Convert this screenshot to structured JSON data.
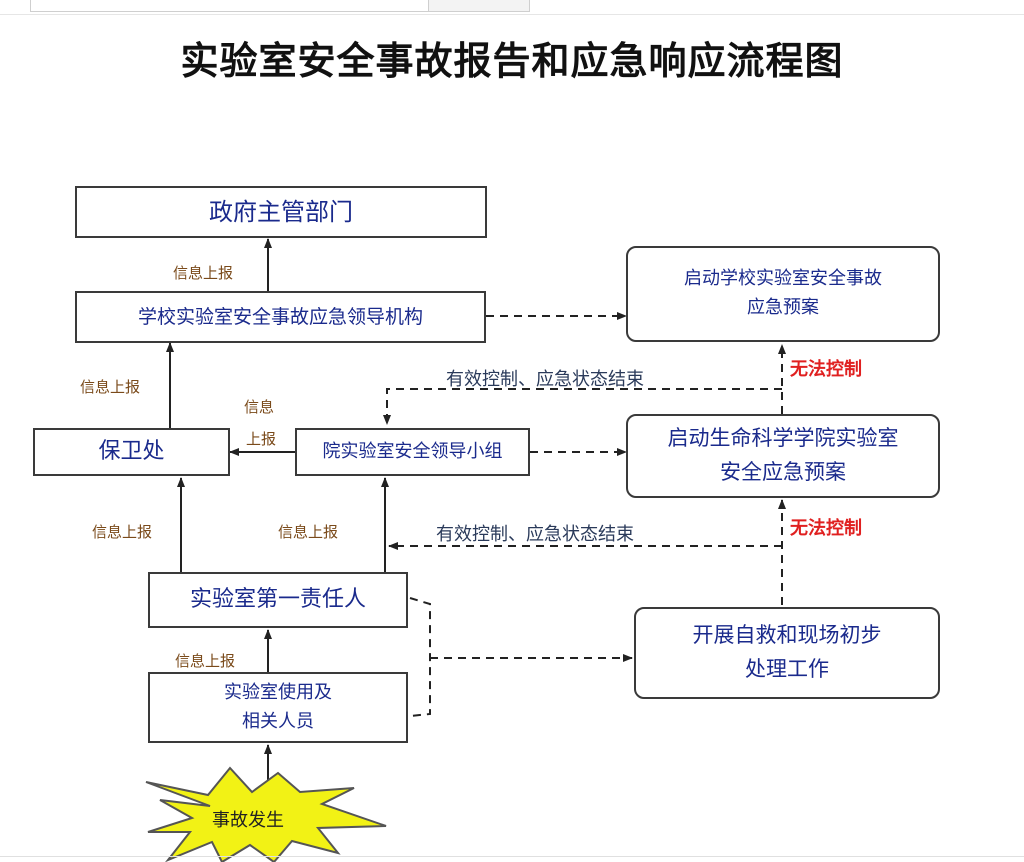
{
  "title": "实验室安全事故报告和应急响应流程图",
  "nodes": {
    "gov": "政府主管部门",
    "school_org": "学校实验室安全事故应急领导机构",
    "security": "保卫处",
    "college_group": "院实验室安全领导小组",
    "lab_head": "实验室第一责任人",
    "lab_users_1": "实验室使用及",
    "lab_users_2": "相关人员",
    "accident": "事故发生",
    "school_plan_1": "启动学校实验室安全事故",
    "school_plan_2": "应急预案",
    "college_plan_1": "启动生命科学学院实验室",
    "college_plan_2": "安全应急预案",
    "self_rescue_1": "开展自救和现场初步",
    "self_rescue_2": "处理工作"
  },
  "labels": {
    "report_gov": "信息上报",
    "report_school": "信息上报",
    "report_group_1": "信息",
    "report_group_2": "上报",
    "report_security": "信息上报",
    "report_college": "信息上报",
    "report_head": "信息上报",
    "controlled_top": "有效控制、应急状态结束",
    "controlled_mid": "有效控制、应急状态结束",
    "uncontrolled_top": "无法控制",
    "uncontrolled_mid": "无法控制"
  },
  "colors": {
    "box_text": "#1a2a8c",
    "label_brown": "#7a4a1a",
    "label_red": "#e02020",
    "line": "#222222"
  }
}
